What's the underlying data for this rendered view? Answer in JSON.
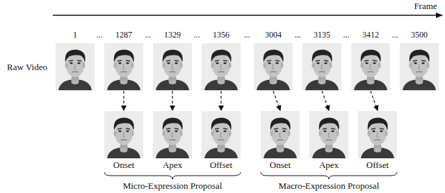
{
  "diagram": {
    "nodes": [
      {
        "text": [
          "1"
        ]
      },
      {
        "text": [
          "1287"
        ]
      },
      {
        "text": [
          "1329"
        ]
      },
      {
        "text": [
          "1356"
        ]
      },
      {
        "text": [
          "3004"
        ]
      },
      {
        "text": [
          "3135"
        ]
      },
      {
        "text": [
          "3412"
        ]
      },
      {
        "text": [
          "3500"
        ]
      },
      {
        "text": [
          "Onset"
        ]
      },
      {
        "text": [
          "Apex"
        ]
      },
      {
        "text": [
          "Offset"
        ]
      },
      {
        "text": [
          "Onset"
        ]
      },
      {
        "text": [
          "Apex"
        ]
      },
      {
        "text": [
          "Offset"
        ]
      }
    ],
    "edges": [
      {
        "from": 1,
        "to": 8,
        "arrow": "to"
      },
      {
        "from": 2,
        "to": 9,
        "arrow": "to"
      },
      {
        "from": 3,
        "to": 10,
        "arrow": "to"
      },
      {
        "from": 4,
        "to": 11,
        "arrow": "to"
      },
      {
        "from": 5,
        "to": 12,
        "arrow": "to"
      },
      {
        "from": 6,
        "to": 13,
        "arrow": "to"
      }
    ],
    "labels": [
      "Frame",
      "...",
      "...",
      "...",
      "...",
      "...",
      "...",
      "...",
      "Raw Video",
      "Micro-Expression Proposal",
      "Macro-Expression Proposal"
    ]
  }
}
